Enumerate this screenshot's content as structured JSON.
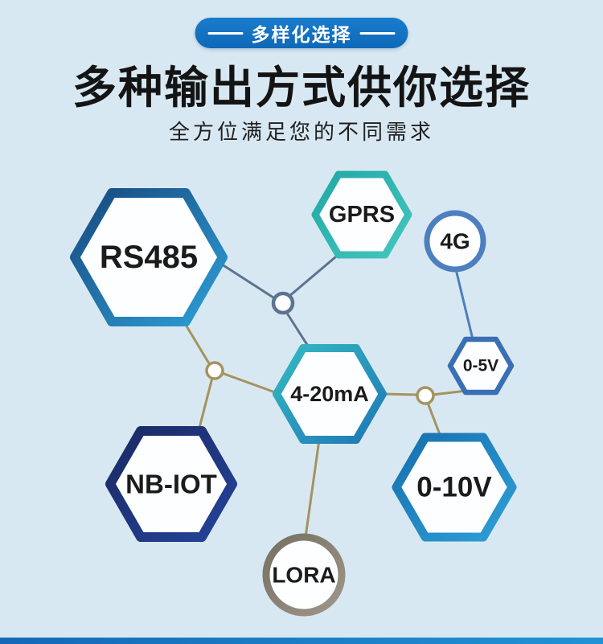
{
  "header": {
    "badge_label": "多样化选择",
    "title": "多种输出方式供你选择",
    "subtitle": "全方位满足您的不同需求"
  },
  "diagram": {
    "nodes": [
      {
        "id": "rs485",
        "label": "RS485",
        "shape": "hexagon",
        "color": "#1a4f8a"
      },
      {
        "id": "gprs",
        "label": "GPRS",
        "shape": "hexagon",
        "color": "#29b2ae"
      },
      {
        "id": "4g",
        "label": "4G",
        "shape": "circle",
        "color": "#4d7fc0"
      },
      {
        "id": "4-20ma",
        "label": "4-20mA",
        "shape": "hexagon",
        "color": "#2a9fb9"
      },
      {
        "id": "0-5v",
        "label": "0-5V",
        "shape": "hexagon",
        "color": "#3a70b3"
      },
      {
        "id": "nb-iot",
        "label": "NB-IOT",
        "shape": "hexagon",
        "color": "#1c2d6a"
      },
      {
        "id": "0-10v",
        "label": "0-10V",
        "shape": "hexagon",
        "color": "#1d83c4"
      },
      {
        "id": "lora",
        "label": "LORA",
        "shape": "circle",
        "color": "#8b8376"
      }
    ]
  },
  "colors": {
    "background": "#d8e8f2",
    "badge_background": "#1273c6",
    "title_text": "#141414",
    "connector_slate": "#5c7390",
    "connector_olive": "#a3935f",
    "connector_blue": "#4d7fc0",
    "bottom_bar": "#1b74c4"
  }
}
